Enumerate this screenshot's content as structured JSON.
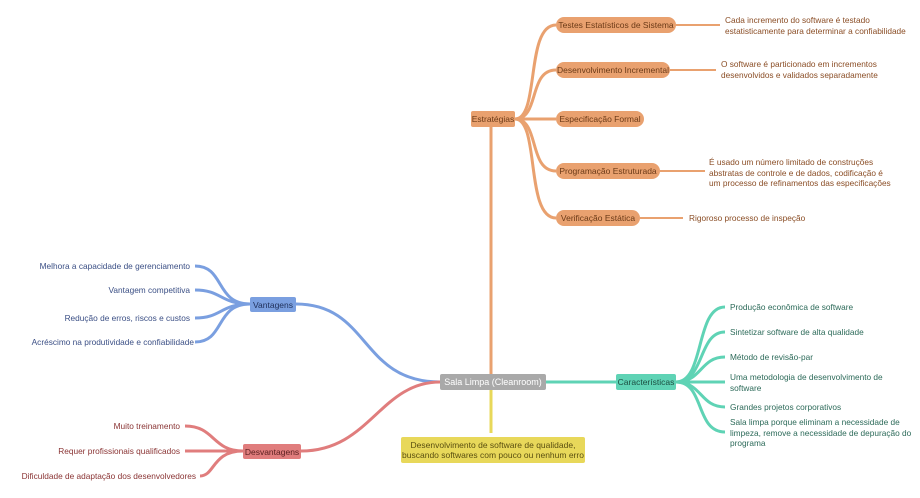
{
  "colors": {
    "strategy": "#e9a16f",
    "strategy_text": "#8a4d25",
    "advantage": "#7a9fe0",
    "advantage_text": "#3b4f85",
    "disadvantage": "#e07d7d",
    "disadvantage_text": "#8a3434",
    "characteristic": "#5fd3b5",
    "characteristic_text": "#2c6a59",
    "center": "#a9a9a9",
    "definition": "#e8d85a"
  },
  "center": {
    "label": "Sala Limpa (Cleanroom)"
  },
  "definition": {
    "line1": "Desenvolvimento de software de qualidade,",
    "line2": "buscando softwares com pouco ou nenhum erro"
  },
  "strategies": {
    "label": "Estratégias",
    "items": [
      {
        "label": "Testes Estatísticos de Sistema",
        "note": [
          "Cada incremento do software é testado",
          "estatisticamente para determinar a confiabilidade"
        ]
      },
      {
        "label": "Desenvolvimento Incremental",
        "note": [
          "O software é particionado em incrementos",
          "desenvolvidos e validados separadamente"
        ]
      },
      {
        "label": "Especificação Formal",
        "note": []
      },
      {
        "label": "Programação Estruturada",
        "note": [
          "É usado um número limitado de construções",
          "abstratas de controle e de dados, codificação é",
          "um processo de refinamentos das especificações"
        ]
      },
      {
        "label": "Verificação Estática",
        "note": [
          "Rigoroso processo de inspeção"
        ]
      }
    ]
  },
  "advantages": {
    "label": "Vantagens",
    "items": [
      "Melhora a capacidade de gerenciamento",
      "Vantagem competitiva",
      "Redução de erros, riscos e custos",
      "Acréscimo na produtividade e confiabilidade"
    ]
  },
  "disadvantages": {
    "label": "Desvantagens",
    "items": [
      "Muito treinamento",
      "Requer profissionais qualificados",
      "Dificuldade de adaptação dos desenvolvedores"
    ]
  },
  "characteristics": {
    "label": "Características",
    "items": [
      [
        "Produção econômica de software"
      ],
      [
        "Sintetizar software de alta qualidade"
      ],
      [
        "Método de revisão-par"
      ],
      [
        "Uma metodologia de desenvolvimento de",
        "software"
      ],
      [
        "Grandes projetos corporativos"
      ],
      [
        "Sala limpa porque eliminam a necessidade de",
        "limpeza, remove a necessidade de depuração do",
        "programa"
      ]
    ]
  }
}
